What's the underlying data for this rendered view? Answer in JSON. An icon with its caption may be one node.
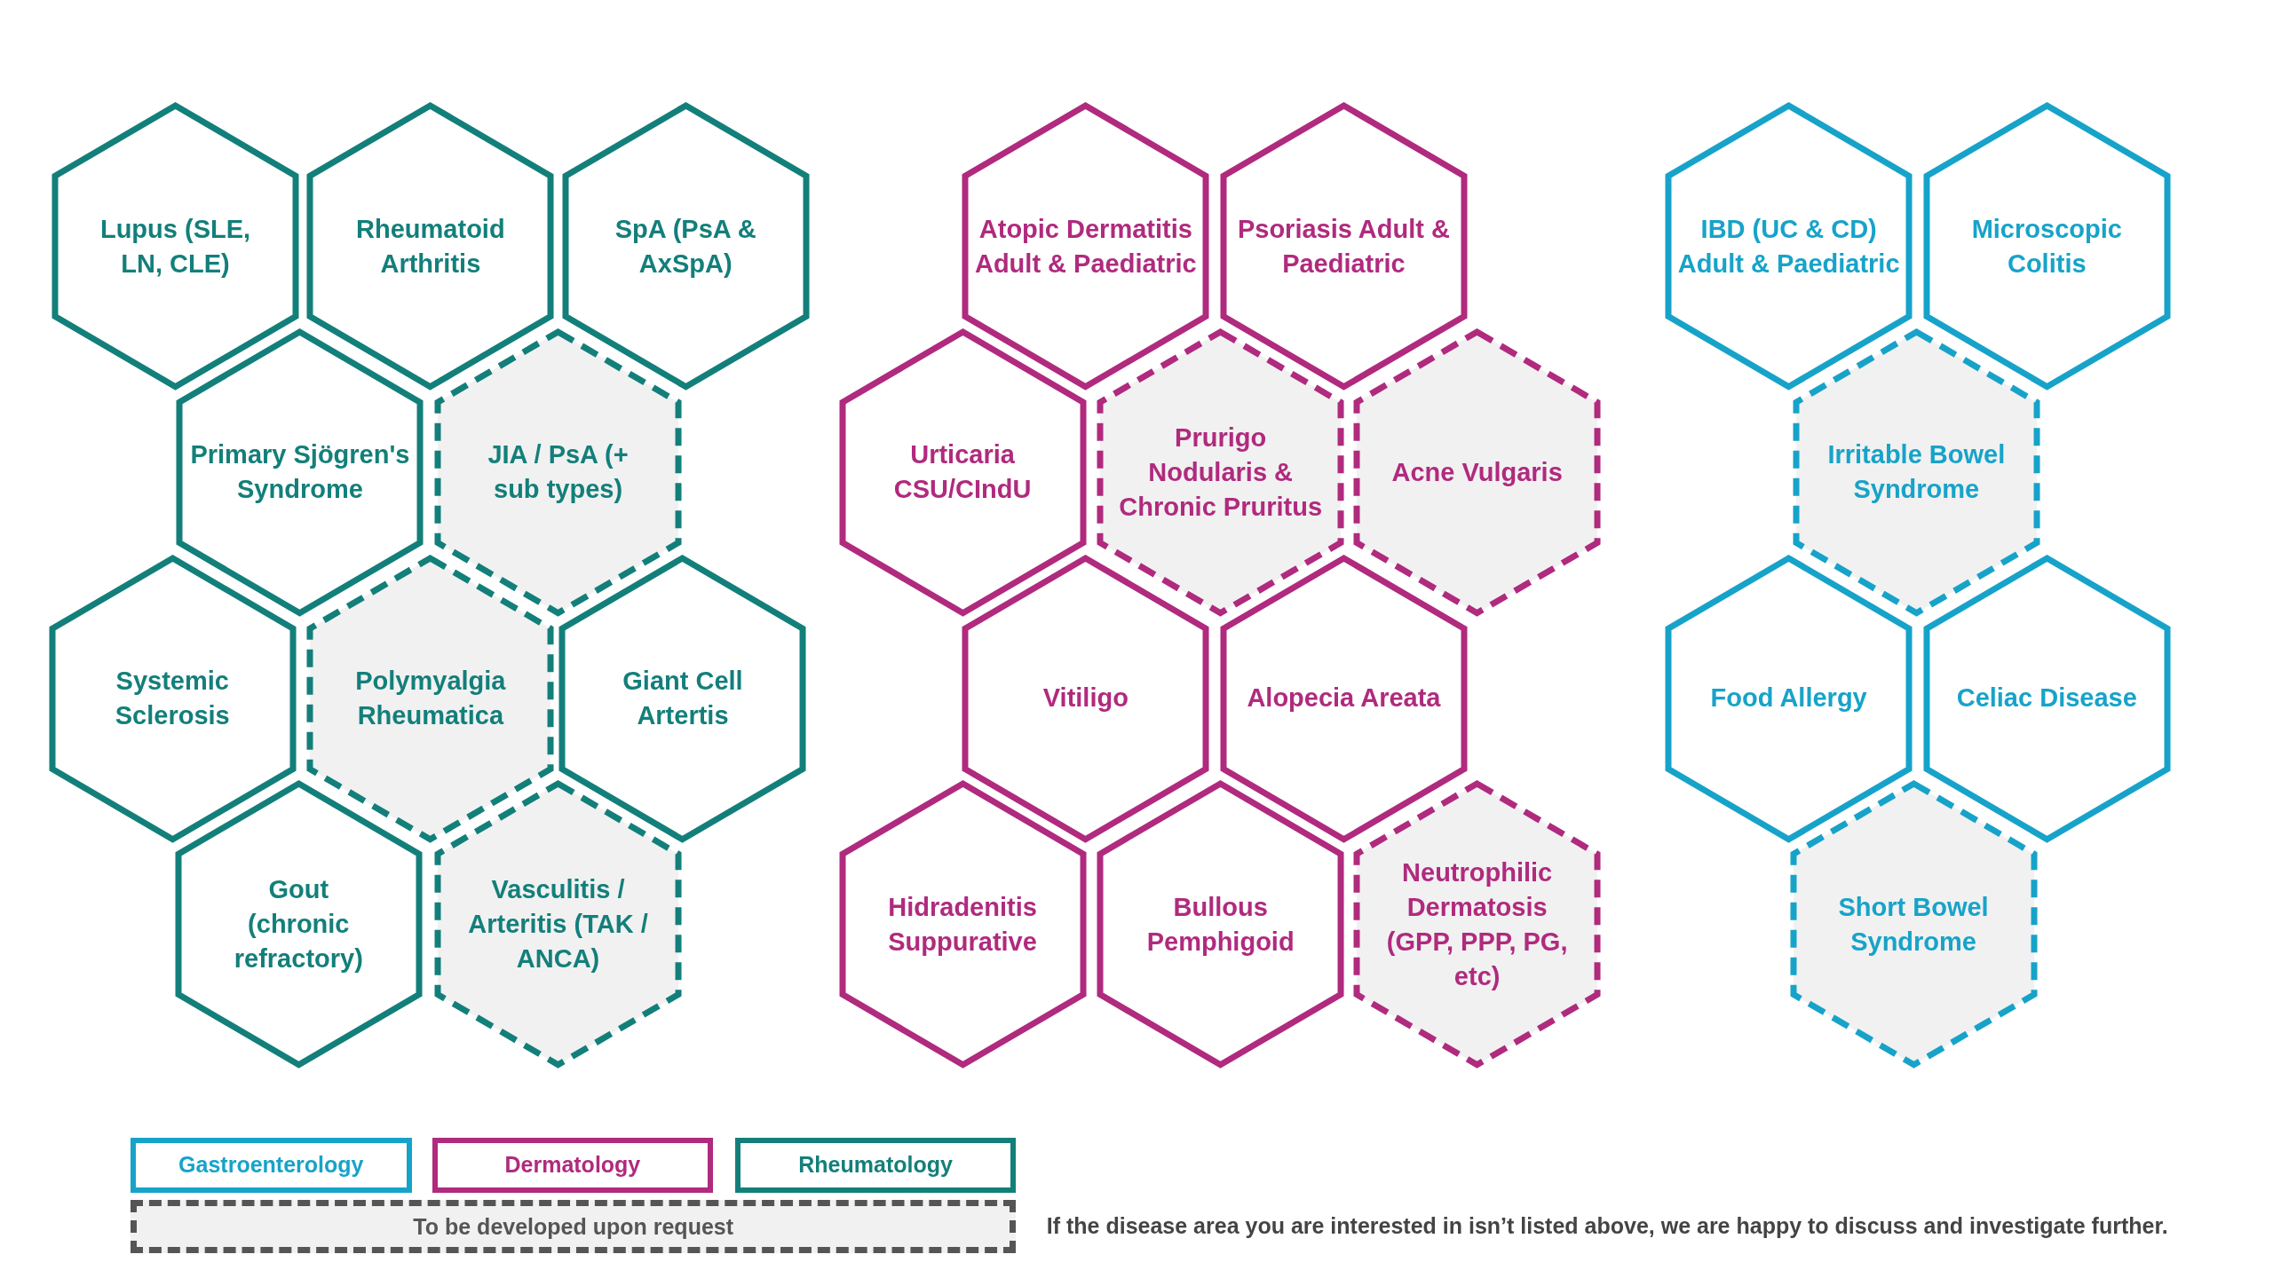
{
  "diagram": {
    "nodes": [
      {
        "text": [
          "Lupus (SLE, LN, CLE)"
        ]
      },
      {
        "text": [
          "Rheumatoid Arthritis"
        ]
      },
      {
        "text": [
          "SpA (PsA & AxSpA)"
        ]
      },
      {
        "text": [
          "Primary Sjögren's Syndrome"
        ]
      },
      {
        "text": [
          "JIA / PsA (+ sub types)"
        ]
      },
      {
        "text": [
          "Systemic Sclerosis"
        ]
      },
      {
        "text": [
          "Polymyalgia Rheumatica"
        ]
      },
      {
        "text": [
          "Giant Cell Artertis"
        ]
      },
      {
        "text": [
          "Gout (chronic refractory)"
        ]
      },
      {
        "text": [
          "Vasculitis / Arteritis (TAK / ANCA)"
        ]
      },
      {
        "text": [
          "Atopic Dermatitis Adult & Paediatric"
        ]
      },
      {
        "text": [
          "Psoriasis Adult & Paediatric"
        ]
      },
      {
        "text": [
          "Urticaria CSU/CIndU"
        ]
      },
      {
        "text": [
          "Prurigo Nodularis & Chronic Pruritus"
        ]
      },
      {
        "text": [
          "Acne Vulgaris"
        ]
      },
      {
        "text": [
          "Vitiligo"
        ]
      },
      {
        "text": [
          "Alopecia Areata"
        ]
      },
      {
        "text": [
          "Hidradenitis Suppurative"
        ]
      },
      {
        "text": [
          "Bullous Pemphigoid"
        ]
      },
      {
        "text": [
          "Neutrophilic Dermatosis (GPP, PPP, PG, etc)"
        ]
      },
      {
        "text": [
          "IBD (UC & CD) Adult & Paediatric"
        ]
      },
      {
        "text": [
          "Microscopic Colitis"
        ]
      },
      {
        "text": [
          "Irritable Bowel Syndrome"
        ]
      },
      {
        "text": [
          "Food Allergy"
        ]
      },
      {
        "text": [
          "Celiac Disease"
        ]
      },
      {
        "text": [
          "Short Bowel Syndrome"
        ]
      }
    ],
    "labels": [
      "If the disease area you are interested in isn’t listed above, we are happy to discuss and investigate further."
    ],
    "legend": [
      {
        "text": "Gastroenterology",
        "color": "#17a3c9"
      },
      {
        "text": "Dermatology",
        "color": "#b02a7e"
      },
      {
        "text": "Rheumatology",
        "color": "#137f7a"
      },
      {
        "text": "To be developed upon request"
      }
    ]
  }
}
